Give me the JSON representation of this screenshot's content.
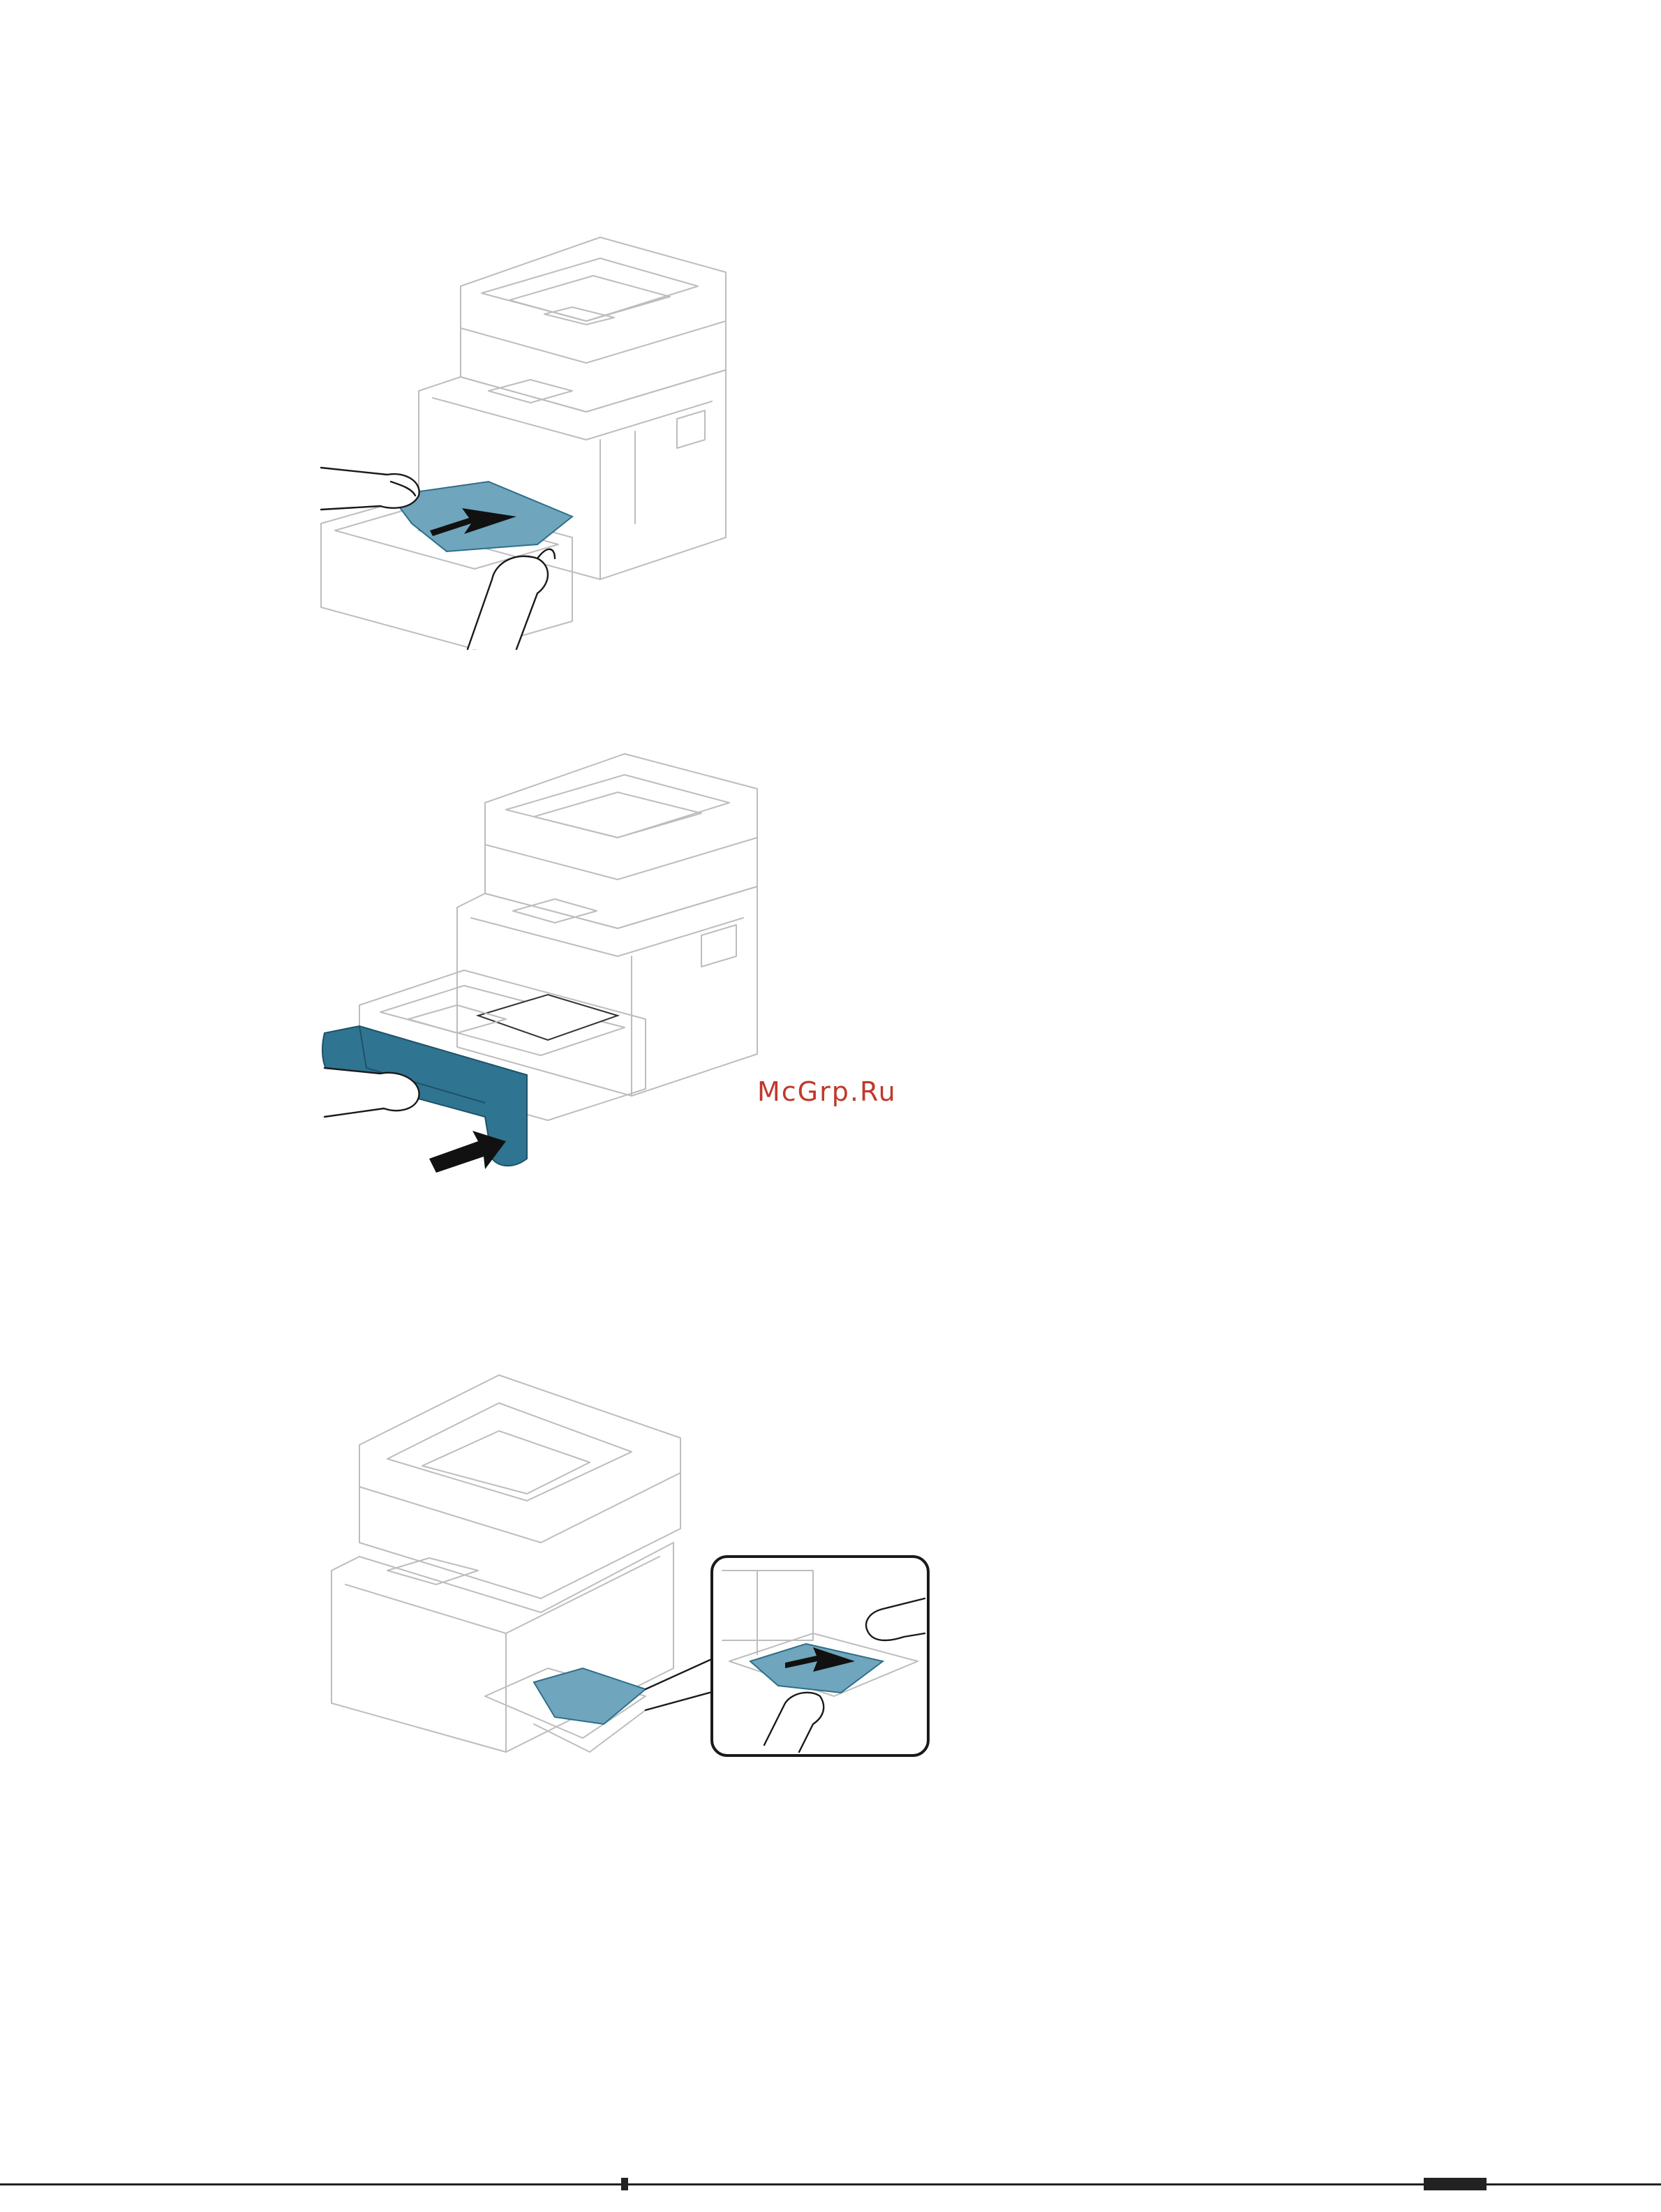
{
  "watermark": {
    "text": "McGrp.Ru",
    "color": "#c0392b"
  },
  "figures": [
    {
      "id": "remove-jam-tray",
      "icon": "jam-removal-from-tray-illustration"
    },
    {
      "id": "reinsert-tray",
      "icon": "tray-insertion-illustration"
    },
    {
      "id": "remove-jam-bypass",
      "icon": "jam-removal-from-multipurpose-tray-illustration"
    }
  ],
  "colors": {
    "paper": "#6fa6bd",
    "tray": "#2f7591",
    "outline": "#bdbdbd"
  }
}
